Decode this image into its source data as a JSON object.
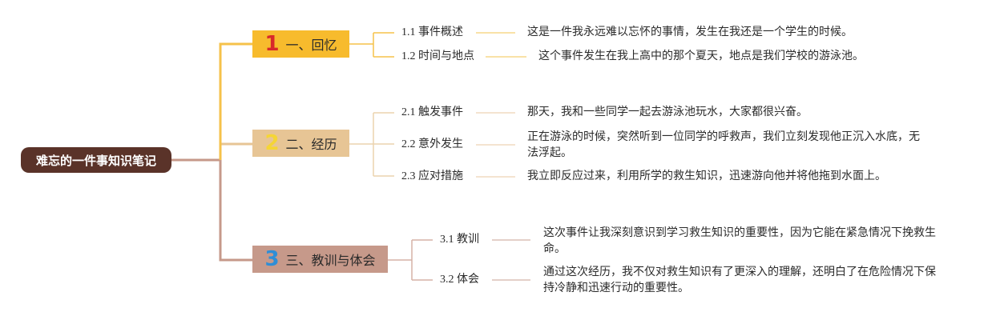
{
  "root": {
    "label": "难忘的一件事知识笔记"
  },
  "sections": [
    {
      "number": "1",
      "number_color": "#d8292a",
      "title": "一、回忆",
      "color": "#f7bb2d",
      "items": [
        {
          "label": "1.1 事件概述",
          "text": "这是一件我永远难以忘怀的事情，发生在我还是一个学生的时候。"
        },
        {
          "label": "1.2 时间与地点",
          "text": "这个事件发生在我上高中的那个夏天，地点是我们学校的游泳池。"
        }
      ]
    },
    {
      "number": "2",
      "number_color": "#f5d535",
      "title": "二、经历",
      "color": "#e7c595",
      "items": [
        {
          "label": "2.1 触发事件",
          "text": "那天，我和一些同学一起去游泳池玩水，大家都很兴奋。"
        },
        {
          "label": "2.2 意外发生",
          "text": "正在游泳的时候，突然听到一位同学的呼救声，我们立刻发现他正沉入水底，无法浮起。"
        },
        {
          "label": "2.3 应对措施",
          "text": "我立即反应过来，利用所学的救生知识，迅速游向他并将他拖到水面上。"
        }
      ]
    },
    {
      "number": "3",
      "number_color": "#2f8ed6",
      "title": "三、教训与体会",
      "color": "#c6998a",
      "items": [
        {
          "label": "3.1 教训",
          "text": "这次事件让我深刻意识到学习救生知识的重要性，因为它能在紧急情况下挽救生命。"
        },
        {
          "label": "3.2 体会",
          "text": "通过这次经历，我不仅对救生知识有了更深入的理解，还明白了在危险情况下保持冷静和迅速行动的重要性。"
        }
      ]
    }
  ],
  "colors": {
    "root_bg": "#5a3329",
    "branch1": "#f5c24a",
    "branch2": "#e7c595",
    "branch3": "#c6998a"
  }
}
